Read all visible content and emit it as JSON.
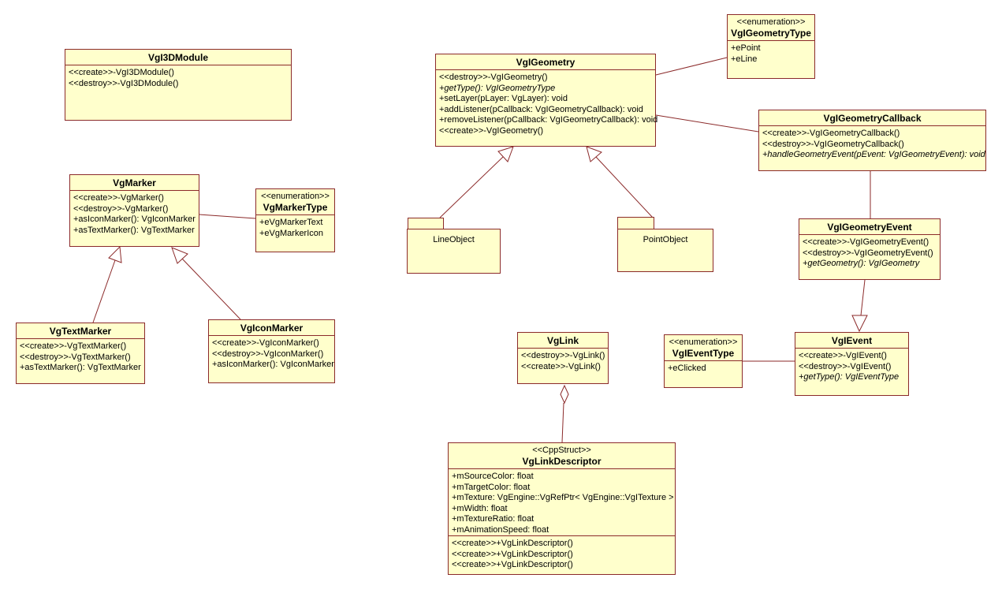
{
  "diagram": {
    "type": "uml-class-diagram",
    "background": "#FFFFFF",
    "box_fill": "#FFFFCC",
    "line_color": "#8B2A2A",
    "text_color": "#000000"
  },
  "classes": {
    "vgI3DModule": {
      "name": "VgI3DModule",
      "methods": [
        "<<create>>-VgI3DModule()",
        "<<destroy>>-VgI3DModule()"
      ]
    },
    "vgMarker": {
      "name": "VgMarker",
      "methods": [
        "<<create>>-VgMarker()",
        "<<destroy>>-VgMarker()",
        "+asIconMarker(): VgIconMarker",
        "+asTextMarker(): VgTextMarker"
      ]
    },
    "vgMarkerType": {
      "stereotype": "<<enumeration>>",
      "name": "VgMarkerType",
      "attributes": [
        "+eVgMarkerText",
        "+eVgMarkerIcon"
      ]
    },
    "vgTextMarker": {
      "name": "VgTextMarker",
      "methods": [
        "<<create>>-VgTextMarker()",
        "<<destroy>>-VgTextMarker()",
        "+asTextMarker(): VgTextMarker"
      ]
    },
    "vgIconMarker": {
      "name": "VgIconMarker",
      "methods": [
        "<<create>>-VgIconMarker()",
        "<<destroy>>-VgIconMarker()",
        "+asIconMarker(): VgIconMarker"
      ]
    },
    "vgIGeometry": {
      "name": "VgIGeometry",
      "methods": [
        "<<destroy>>-VgIGeometry()",
        "+getType(): VgIGeometryType",
        "+setLayer(pLayer: VgLayer): void",
        "+addListener(pCallback: VgIGeometryCallback): void",
        "+removeListener(pCallback: VgIGeometryCallback): void",
        "<<create>>-VgIGeometry()"
      ]
    },
    "vgIGeometryType": {
      "stereotype": "<<enumeration>>",
      "name": "VgIGeometryType",
      "attributes": [
        "+ePoint",
        "+eLine"
      ]
    },
    "vgIGeometryCallback": {
      "name": "VgIGeometryCallback",
      "methods": [
        "<<create>>-VgIGeometryCallback()",
        "<<destroy>>-VgIGeometryCallback()",
        "+handleGeometryEvent(pEvent: VgIGeometryEvent): void"
      ]
    },
    "vgIGeometryEvent": {
      "name": "VgIGeometryEvent",
      "methods": [
        "<<create>>-VgIGeometryEvent()",
        "<<destroy>>-VgIGeometryEvent()",
        "+getGeometry(): VgIGeometry"
      ]
    },
    "vgLink": {
      "name": "VgLink",
      "methods": [
        "<<destroy>>-VgLink()",
        "<<create>>-VgLink()"
      ]
    },
    "vgIEventType": {
      "stereotype": "<<enumeration>>",
      "name": "VgIEventType",
      "attributes": [
        "+eClicked"
      ]
    },
    "vgIEvent": {
      "name": "VgIEvent",
      "methods": [
        "<<create>>-VgIEvent()",
        "<<destroy>>-VgIEvent()",
        "+getType(): VgIEventType"
      ]
    },
    "vgLinkDescriptor": {
      "stereotype": "<<CppStruct>>",
      "name": "VgLinkDescriptor",
      "attributes": [
        "+mSourceColor: float",
        "+mTargetColor: float",
        "+mTexture: VgEngine::VgRefPtr< VgEngine::VgITexture >",
        "+mWidth: float",
        "+mTextureRatio: float",
        "+mAnimationSpeed: float"
      ],
      "methods": [
        "<<create>>+VgLinkDescriptor()",
        "<<create>>+VgLinkDescriptor()",
        "<<create>>+VgLinkDescriptor()"
      ]
    }
  },
  "packages": {
    "lineObject": {
      "name": "LineObject"
    },
    "pointObject": {
      "name": "PointObject"
    }
  }
}
